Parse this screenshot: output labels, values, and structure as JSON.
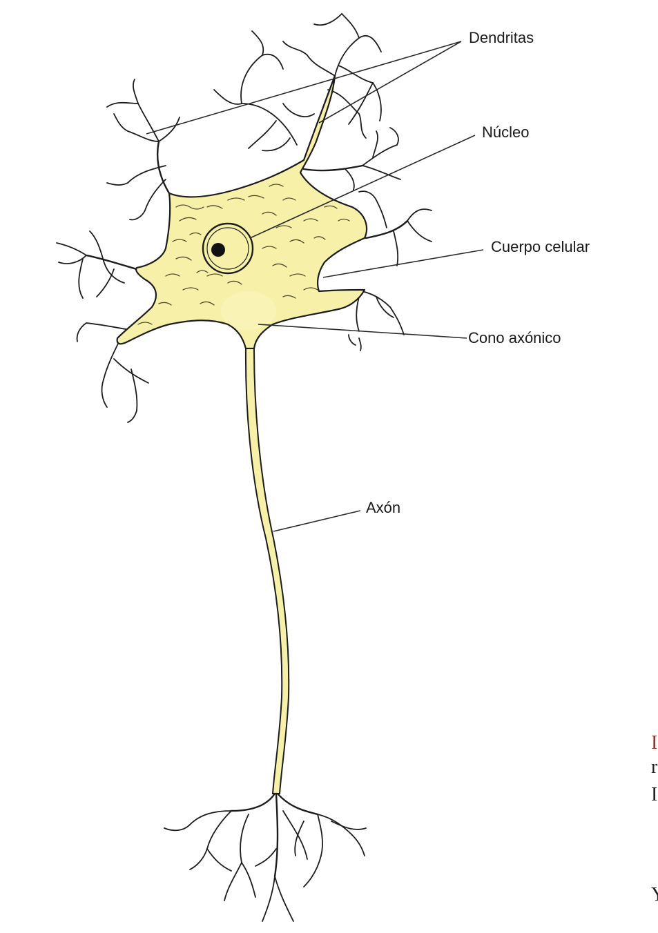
{
  "labels": {
    "dendrites": "Dendritas",
    "nucleus": "Núcleo",
    "cell_body": "Cuerpo celular",
    "axon_hillock": "Cono axónico",
    "axon": "Axón"
  },
  "edge_letters": [
    "I",
    "r",
    "I",
    "Y"
  ],
  "colors": {
    "cell_fill": "#f7f0a8",
    "outline": "#1c1c1c",
    "text": "#1a1a1a"
  }
}
